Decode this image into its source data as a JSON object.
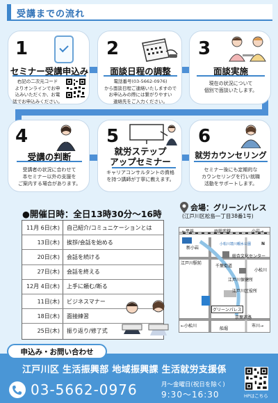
{
  "header": {
    "title": "受講までの流れ"
  },
  "steps": [
    {
      "num": "1",
      "title": "セミナー受講申込み",
      "desc": [
        "右記の二次元コード",
        "よりオンラインでお申",
        "込みいただくか、お電",
        "話でお申込みください。"
      ]
    },
    {
      "num": "2",
      "title": "面談日程の調整",
      "desc": [
        "電話番号(03-5662-0976)",
        "から面談日程ご連絡いたしますので",
        "お申込みの際には繋がりやすい",
        "連絡先をご入力ください。"
      ]
    },
    {
      "num": "3",
      "title": "面談実施",
      "desc": [
        "現在の状況について",
        "個別で面談いたします。"
      ]
    },
    {
      "num": "4",
      "title": "受講の判断",
      "desc": [
        "受講者の状況に合わせて",
        "本セミナー以外の支援を",
        "ご案内する場合があります。"
      ]
    },
    {
      "num": "5",
      "title_lines": [
        "就労ステップ",
        "アップセミナー"
      ],
      "desc": [
        "キャリアコンサルタントの資格",
        "を持つ講師が丁寧に教えます。"
      ]
    },
    {
      "num": "6",
      "title": "就労カウンセリング",
      "desc": [
        "セミナー後にも定期的な",
        "カウンセリングを行い就職",
        "活動をサポートします。"
      ]
    }
  ],
  "schedule": {
    "title": "●開催日時：全日13時30分～16時",
    "rows": [
      {
        "date": "11月 6日(木)",
        "topic": "自己紹介/コミュニケーションとは"
      },
      {
        "date": "13日(木)",
        "topic": "挨拶/会話を始める"
      },
      {
        "date": "20日(木)",
        "topic": "会話を続ける"
      },
      {
        "date": "27日(木)",
        "topic": "会話を終える"
      },
      {
        "date": "12月 4日(木)",
        "topic": "上手に頼む/断る"
      },
      {
        "date": "11日(木)",
        "topic": "ビジネスマナー"
      },
      {
        "date": "18日(木)",
        "topic": "面接練習"
      },
      {
        "date": "25日(木)",
        "topic": "振り返り/修了式"
      }
    ]
  },
  "venue": {
    "label": "会場：グリーンパレス",
    "address": "(江戸川区松島一丁目38番1号)"
  },
  "map": {
    "labels": {
      "hirai": "←平井",
      "jr": "JR総武線",
      "koiwa": "小岩→",
      "shinkoiwa": "新小岩",
      "north": "N",
      "river": "小松川境川親水公園",
      "edogawa_stn": "江戸川駅前",
      "sogo": "総合文化センター",
      "chiba": "千葉街道",
      "odori": "小松川",
      "ward": "江戸川区役所",
      "office": "江戸川保健所",
      "palace": "グリーンパレス",
      "keiyo": "京葉道路",
      "kokawa": "←小松川",
      "ichikawa": "市川→",
      "funabori": "船堀"
    }
  },
  "footer": {
    "contact_label": "申込み・お問い合わせ",
    "dept": "江戸川区 生活振興部 地域振興課 生活就労支援係",
    "phone": "03-5662-0976",
    "hours_days": "月～金曜日(祝日を除く)",
    "hours_time": "9:30～16:30",
    "qr_caption": "HPはこちら"
  },
  "colors": {
    "accent": "#4a96d6",
    "dark_accent": "#3173b8",
    "bg": "#e3f1fb"
  }
}
